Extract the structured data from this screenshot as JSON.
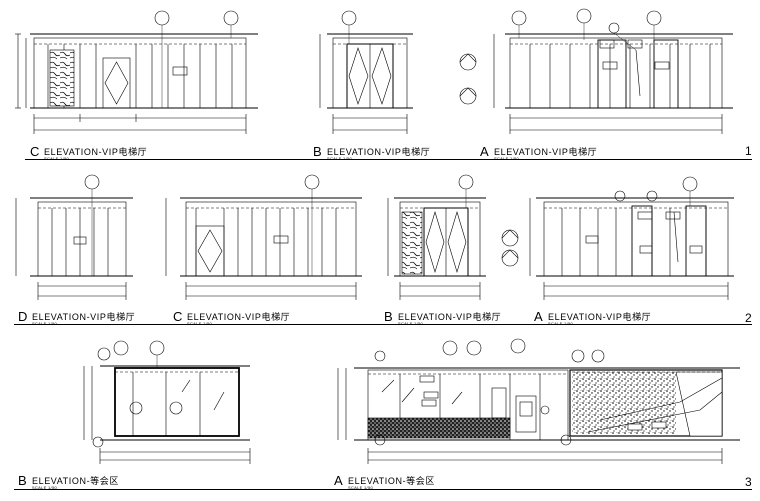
{
  "drawing": {
    "row1": {
      "sheet_no": "1",
      "captions": [
        {
          "letter": "C",
          "title": "ELEVATION-VIP电梯厅",
          "scale": "SCALE   1/50"
        },
        {
          "letter": "B",
          "title": "ELEVATION-VIP电梯厅",
          "scale": "SCALE   1/50"
        },
        {
          "letter": "A",
          "title": "ELEVATION-VIP电梯厅",
          "scale": "SCALE   1/50"
        }
      ]
    },
    "row2": {
      "sheet_no": "2",
      "captions": [
        {
          "letter": "D",
          "title": "ELEVATION-VIP电梯厅",
          "scale": "SCALE   1/50"
        },
        {
          "letter": "C",
          "title": "ELEVATION-VIP电梯厅",
          "scale": "SCALE   1/50"
        },
        {
          "letter": "B",
          "title": "ELEVATION-VIP电梯厅",
          "scale": "SCALE   1/50"
        },
        {
          "letter": "A",
          "title": "ELEVATION-VIP电梯厅",
          "scale": "SCALE   1/50"
        }
      ]
    },
    "row3": {
      "sheet_no": "3",
      "captions": [
        {
          "letter": "B",
          "title": "ELEVATION-等会区",
          "scale": "SCALE   1/50"
        },
        {
          "letter": "A",
          "title": "ELEVATION-等会区",
          "scale": "SCALE   1/50"
        }
      ]
    }
  }
}
